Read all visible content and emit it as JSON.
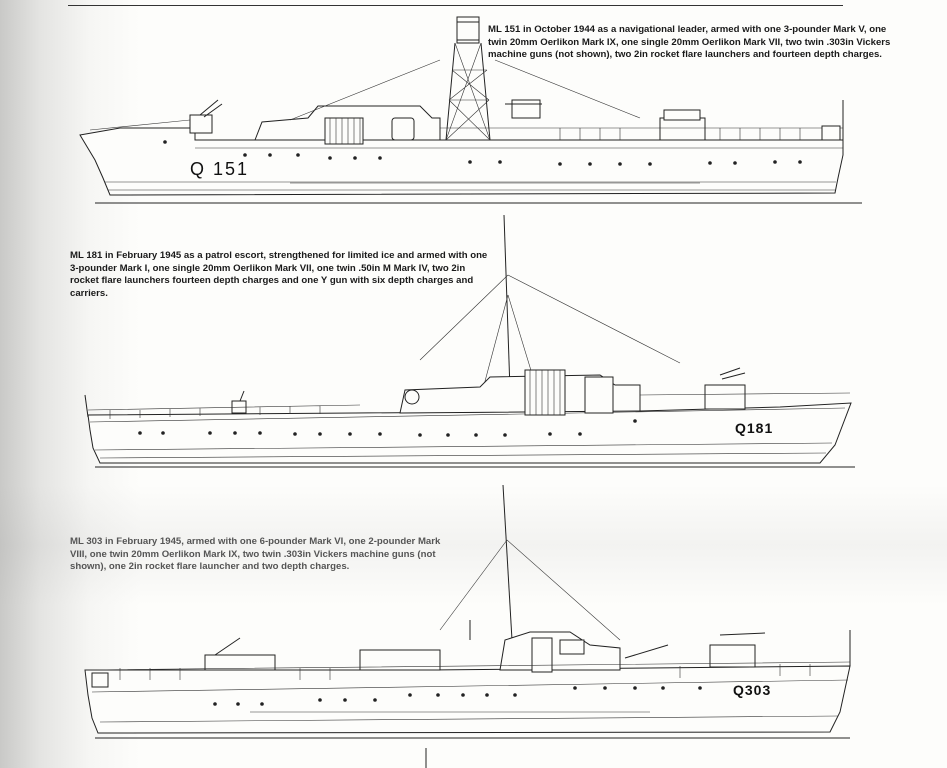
{
  "captions": {
    "ml151": "ML 151 in October 1944 as a navigational leader, armed with one 3-pounder Mark V, one twin 20mm Oerlikon Mark IX, one single 20mm Oerlikon Mark VII, two twin .303in Vickers machine guns (not shown), two 2in rocket flare launchers and fourteen depth charges.",
    "ml181": "ML 181 in February 1945 as a patrol escort, strengthened for limited ice and armed with one 3-pounder Mark I, one single 20mm Oerlikon Mark VII, one twin .50in M Mark IV, two 2in rocket flare launchers fourteen depth charges and one Y gun with six depth charges and carriers.",
    "ml303": "ML 303 in February 1945, armed with one 6-pounder Mark VI, one 2-pounder Mark VIII, one twin 20mm Oerlikon Mark IX, two twin .303in Vickers machine guns (not shown), one 2in rocket flare launcher and two depth charges."
  },
  "hull_numbers": {
    "ml151": "Q 151",
    "ml181": "Q181",
    "ml303": "Q303"
  }
}
